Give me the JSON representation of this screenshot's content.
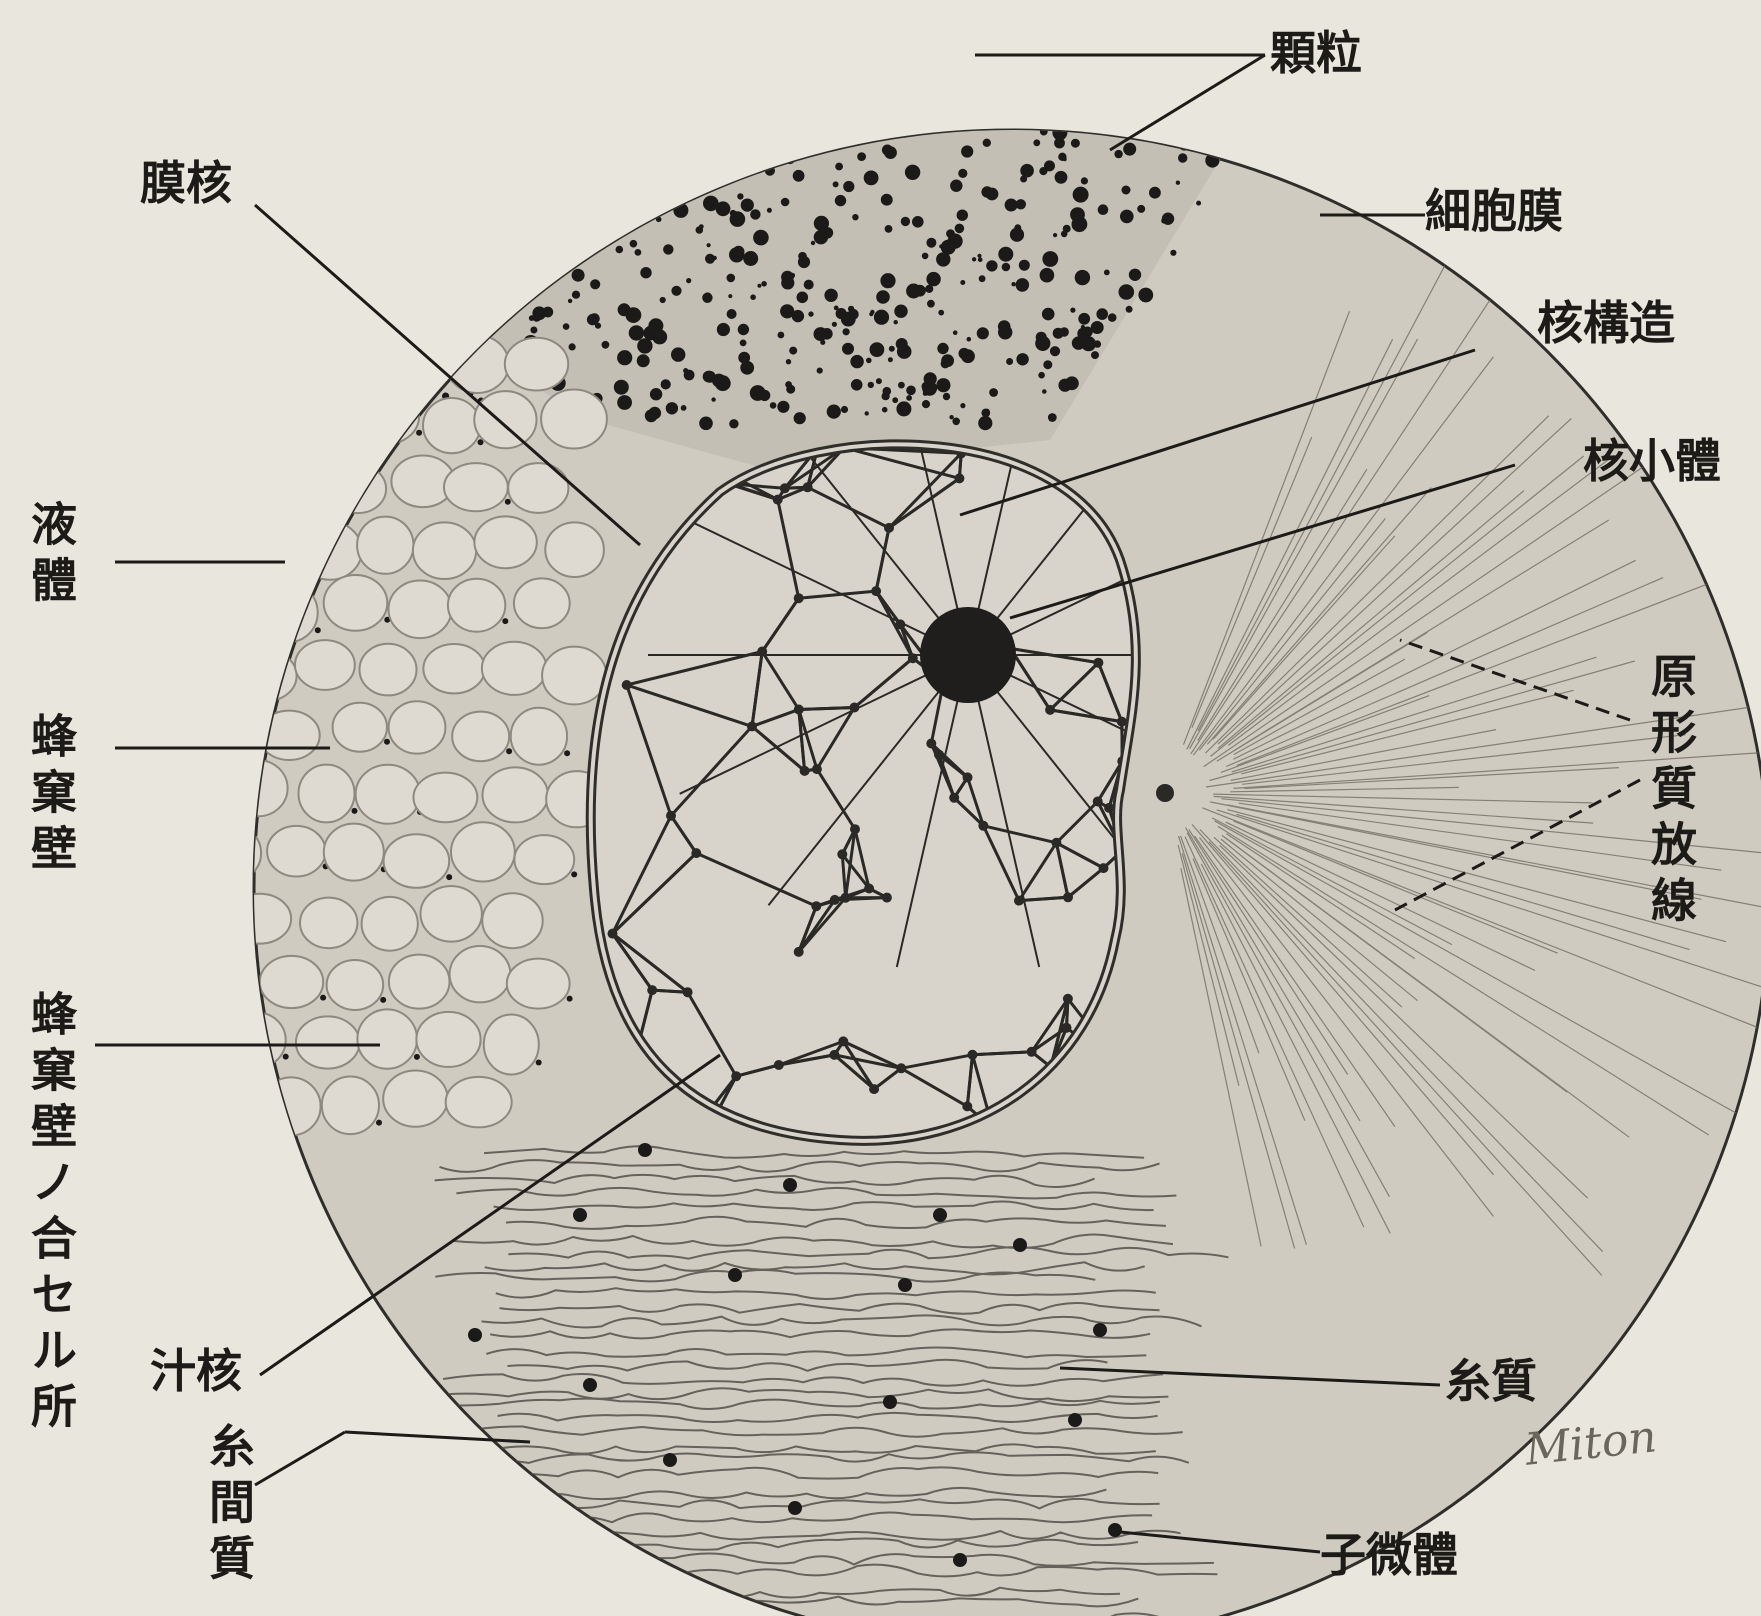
{
  "labels": {
    "granules": "顆粒",
    "nuclear_membrane": "膜核",
    "cell_membrane": "細胞膜",
    "nuclear_structure": "核構造",
    "nucleolus": "核小體",
    "liquid_body": "液體",
    "honeycomb_wall": "蜂窠壁",
    "honeycomb_junction": "蜂窠壁ノ合セル所",
    "protoplasm_radiation": "原形質放線",
    "nuclear_sap": "汁核",
    "interfilar_substance": "糸間質",
    "filar_substance": "糸質",
    "microsomes": "子微體"
  },
  "signature": "Miton",
  "colors": {
    "background": "#e9e6dd",
    "cytoplasm": "#cfcbc1",
    "granular_region": "#c3bfb4",
    "honeycomb_cell": "#dedad2",
    "line": "#2a2926",
    "dot": "#1b1a18"
  }
}
